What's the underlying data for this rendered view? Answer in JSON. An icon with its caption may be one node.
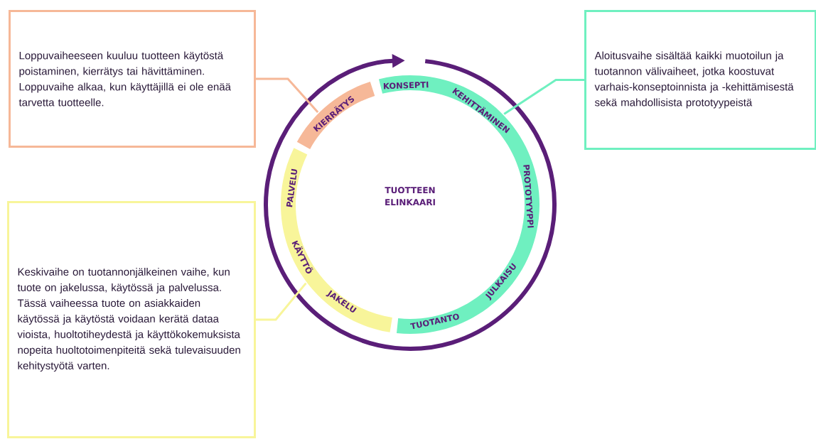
{
  "diagram": {
    "nodes": [
      {
        "text": [
          "Loppuvaiheeseen kuuluu tuotteen käytöstä poistaminen, kierrätys tai hävittäminen. Loppuvaihe alkaa, kun käyttäjillä ei ole enää tarvetta tuotteelle."
        ]
      },
      {
        "text": [
          "Aloitusvaihe sisältää kaikki muotoilun ja tuotannon välivaiheet, jotka koostuvat varhais-konseptoinnista ja -kehittämisestä sekä mahdollisista prototyypeistä"
        ]
      },
      {
        "text": [
          "Keskivaihe on tuotannonjälkeinen vaihe, kun tuote on jakelussa, käytössä ja palvelussa. Tässä vaiheessa tuote on asiakkaiden käytössä ja käytöstä voidaan kerätä dataa vioista, huoltotiheydestä ja käyttökokemuksista nopeita huoltotoimenpiteitä sekä tulevaisuuden kehitystyötä varten."
        ]
      },
      {
        "text": [
          "KIERRÄTYS"
        ]
      },
      {
        "text": [
          "KONSEPTI",
          "KEHITTÄMINEN",
          "PROTOTYYPPI",
          "JULKAISU",
          "TUOTANTO"
        ]
      },
      {
        "text": [
          "PALVELU",
          "KÄYTTÖ",
          "JAKELU"
        ]
      }
    ],
    "edges": [
      {
        "from": 0,
        "to": 3,
        "arrow": "none",
        "color": "#f6b898"
      },
      {
        "from": 1,
        "to": 4,
        "arrow": "none",
        "color": "#6ff0c0"
      },
      {
        "from": 2,
        "to": 5,
        "arrow": "none",
        "color": "#f8f59a"
      }
    ],
    "labels": [
      "TUOTTEEN ELINKAARI"
    ]
  }
}
